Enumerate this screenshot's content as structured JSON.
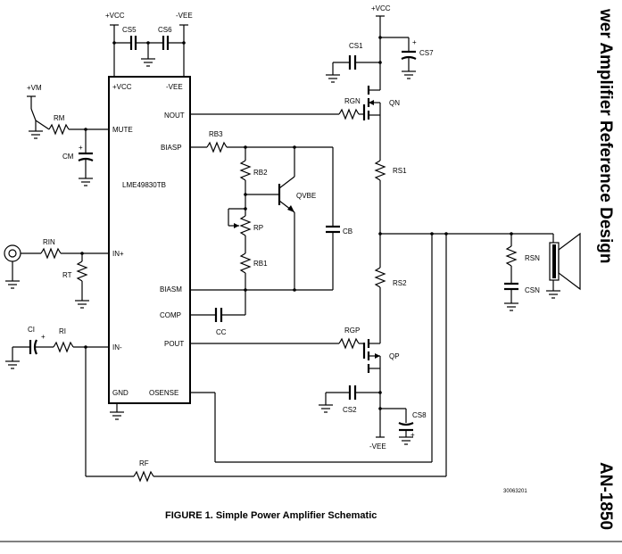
{
  "side_title": "wer Amplifier Reference Design",
  "side_doc": "AN-1850",
  "caption": "FIGURE 1. Simple Power Amplifier Schematic",
  "figure_number": "30063201",
  "chip": {
    "name": "LME49830TB",
    "pins": {
      "vcc": "+VCC",
      "vee": "-VEE",
      "nout": "NOUT",
      "mute": "MUTE",
      "biasp": "BIASP",
      "inp": "IN+",
      "biasm": "BIASM",
      "comp": "COMP",
      "pout": "POUT",
      "inm": "IN-",
      "gnd": "GND",
      "osense": "OSENSE"
    }
  },
  "labels": {
    "vcc_top": "+VCC",
    "vee_top": "-VEE",
    "vm": "+VM",
    "vcc_right": "+VCC",
    "vee_bottom": "-VEE",
    "cs5": "CS5",
    "cs6": "CS6",
    "cs1": "CS1",
    "cs7": "CS7",
    "cs2": "CS2",
    "cs8": "CS8",
    "rm": "RM",
    "cm": "CM",
    "rgn": "RGN",
    "qn": "QN",
    "rb3": "RB3",
    "rb2": "RB2",
    "qvbe": "QVBE",
    "cb": "CB",
    "rp": "RP",
    "rb1": "RB1",
    "rs1": "RS1",
    "rs2": "RS2",
    "rin": "RIN",
    "rt": "RT",
    "rsn": "RSN",
    "csn": "CSN",
    "cc": "CC",
    "ci": "CI",
    "ri": "RI",
    "rgp": "RGP",
    "qp": "QP",
    "rf": "RF"
  }
}
